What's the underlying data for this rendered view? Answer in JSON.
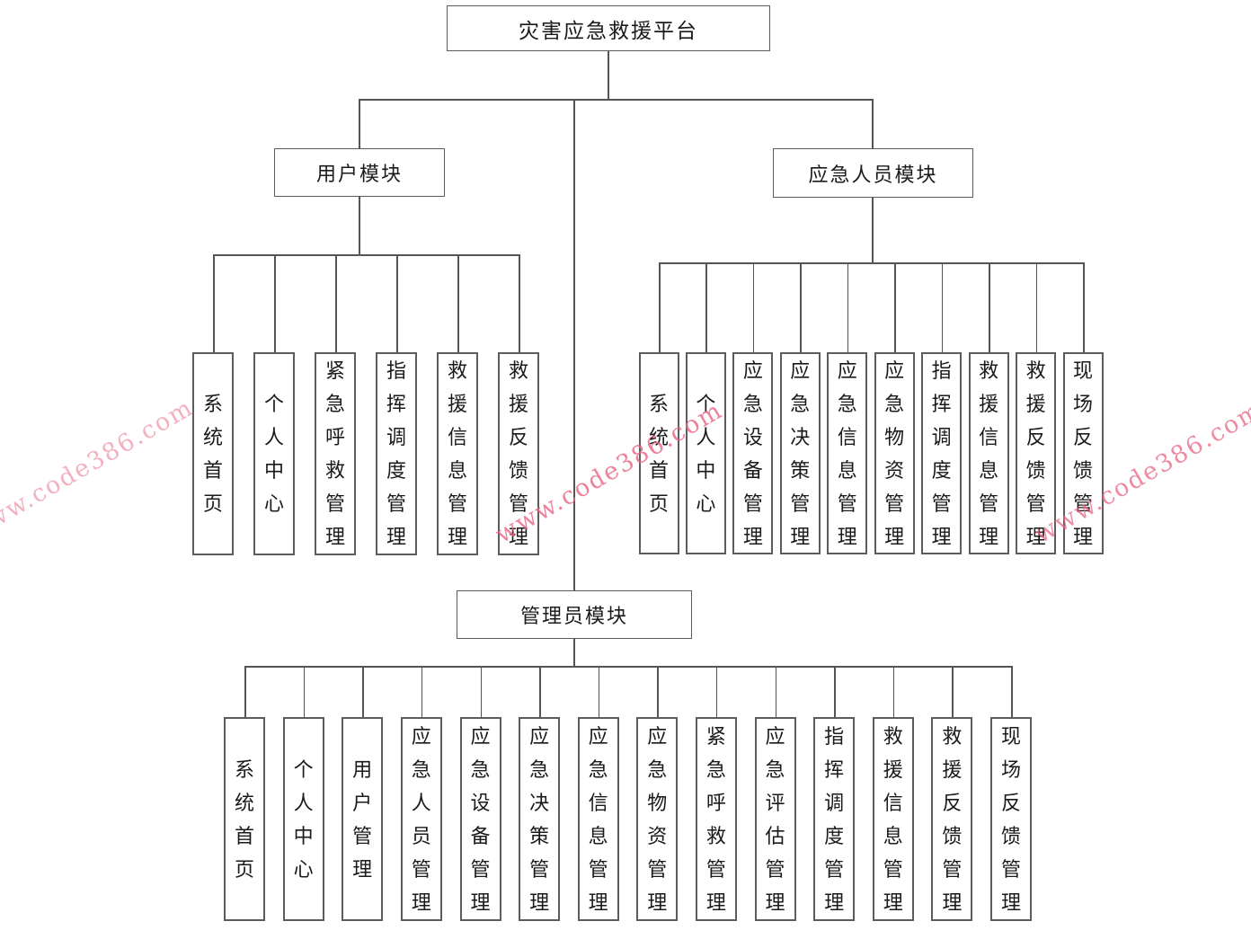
{
  "root": {
    "label": "灾害应急救援平台"
  },
  "modules": [
    {
      "id": "user",
      "label": "用户模块",
      "children": [
        "系统首页",
        "个人中心",
        "紧急呼救管理",
        "指挥调度管理",
        "救援信息管理",
        "救援反馈管理"
      ]
    },
    {
      "id": "responder",
      "label": "应急人员模块",
      "children": [
        "系统首页",
        "个人中心",
        "应急设备管理",
        "应急决策管理",
        "应急信息管理",
        "应急物资管理",
        "指挥调度管理",
        "救援信息管理",
        "救援反馈管理",
        "现场反馈管理"
      ]
    },
    {
      "id": "admin",
      "label": "管理员模块",
      "children": [
        "系统首页",
        "个人中心",
        "用户管理",
        "应急人员管理",
        "应急设备管理",
        "应急决策管理",
        "应急信息管理",
        "应急物资管理",
        "紧急呼救管理",
        "应急评估管理",
        "指挥调度管理",
        "救援信息管理",
        "救援反馈管理",
        "现场反馈管理"
      ]
    }
  ],
  "watermark": {
    "text": "www.code386.com",
    "color": "#e96382"
  }
}
